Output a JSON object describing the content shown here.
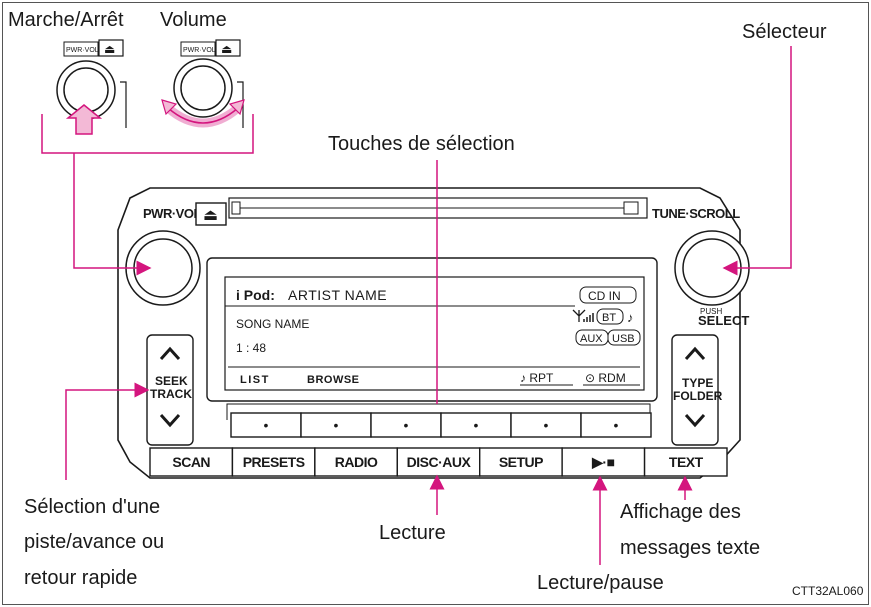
{
  "callouts": {
    "power": "Marche/Arrêt",
    "volume": "Volume",
    "selector": "Sélecteur",
    "preset_keys": "Touches de sélection",
    "seek_line1": "Sélection d'une",
    "seek_line2": "piste/avance ou",
    "seek_line3": "retour rapide",
    "play": "Lecture",
    "text_line1": "Affichage des",
    "text_line2": "messages texte",
    "play_pause": "Lecture/pause"
  },
  "figure_code": "CTT32AL060",
  "unit": {
    "pwr_vol_label": "PWR·VOL",
    "inset_pwr_label": "PWR·VOL",
    "eject_glyph": "⏏",
    "tune_scroll_label": "TUNE·SCROLL",
    "push_label": "PUSH",
    "select_label": "SELECT",
    "seek_label1": "SEEK",
    "seek_label2": "TRACK",
    "type_label1": "TYPE",
    "type_label2": "FOLDER",
    "preset_dot": "•",
    "function_buttons": [
      "SCAN",
      "PRESETS",
      "RADIO",
      "DISC·AUX",
      "SETUP",
      "▶·■",
      "TEXT"
    ]
  },
  "display": {
    "source_label": "i Pod:",
    "artist": "ARTIST NAME",
    "cd_in": "CD IN",
    "song": "SONG NAME",
    "bt": "BT",
    "note": "♪",
    "time": "1 : 48",
    "aux": "AUX",
    "usb": "USB",
    "menu_list": "LIST",
    "menu_browse": "BROWSE",
    "rpt": "♪ RPT",
    "rdm": "⊙ RDM"
  },
  "colors": {
    "accent": "#d4157e",
    "stroke": "#1a1a1a",
    "panel_fill": "#ffffff"
  }
}
